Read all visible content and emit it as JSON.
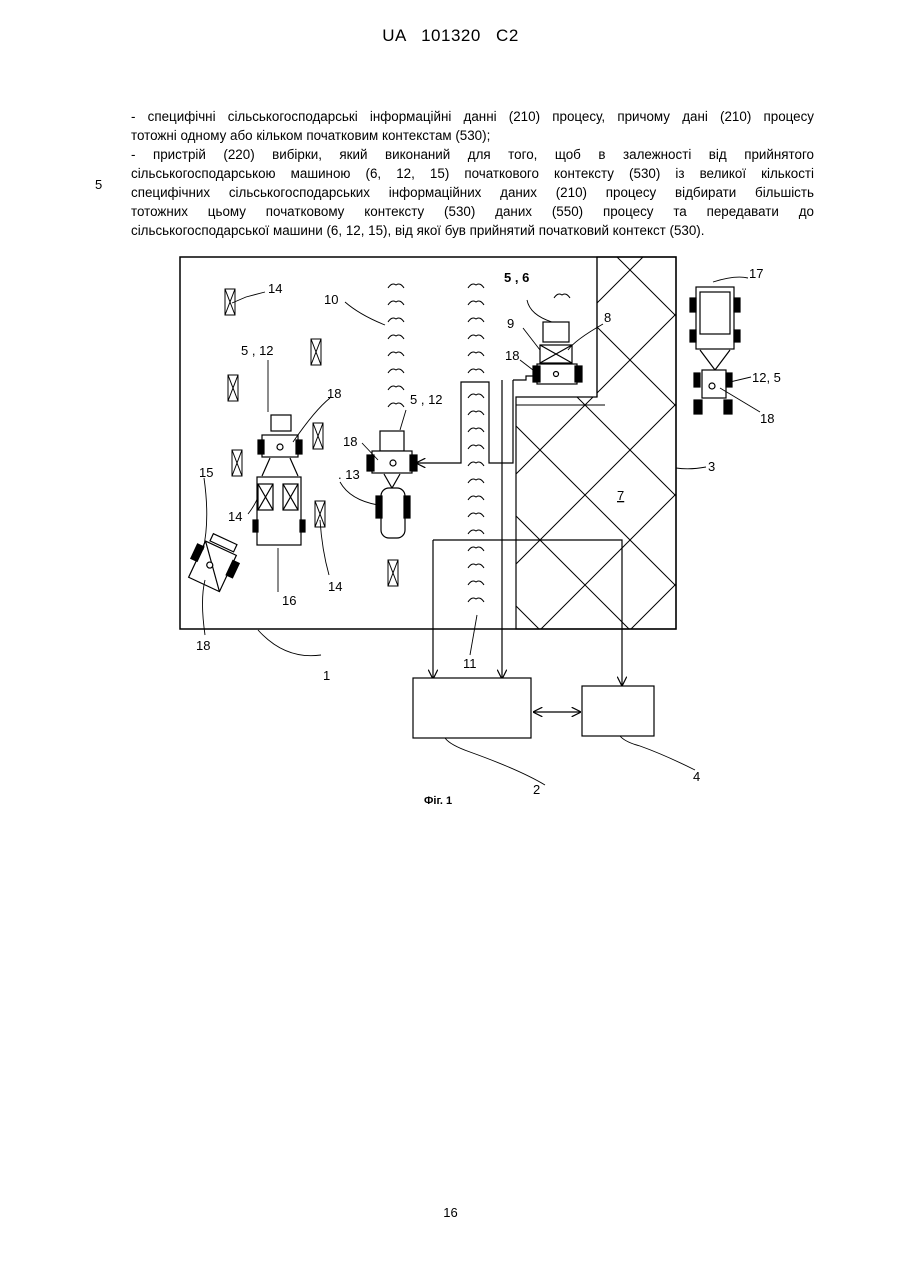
{
  "header": {
    "doc_number": "UA   101320   C2"
  },
  "line_marker": "5",
  "paragraphs": [
    {
      "lines": [
        "- специфічні сільськогосподарські інформаційні данні (210) процесу, причому дані (210) процесу",
        "тотожні одному або кільком початковим контекстам (530);"
      ]
    },
    {
      "lines": [
        "- пристрій (220) вибірки, який виконаний для того, щоб в залежності від прийнятого",
        "сільськогосподарською машиною (6, 12, 15) початкового контексту (530) із великої кількості",
        "специфічних сільськогосподарських інформаційних даних (210) процесу відбирати більшість",
        "тотожних цьому початковому контексту (530) даних (550) процесу та передавати до",
        "сільськогосподарської машини (6, 12, 15), від якої був прийнятий початковий контекст (530)."
      ]
    }
  ],
  "figure": {
    "caption": "Фіг. 1",
    "labels": {
      "l14a": "14",
      "l10": "10",
      "l56": "5 , 6",
      "l17": "17",
      "l9": "9",
      "l8": "8",
      "l512a": "5 , 12",
      "l18a": "18",
      "l18b": "18",
      "l125": "12, 5",
      "l18c": "18",
      "l512b": "5 , 12",
      "l18d": "18",
      "l3": "3",
      "l13": ". 13",
      "l15": "15",
      "l14b": "14",
      "l7": "7",
      "l14c": "14",
      "l16": "16",
      "l18e": "18",
      "l11": "11",
      "l1": "1",
      "l2": "2",
      "l4": "4"
    }
  },
  "page_number": "16"
}
